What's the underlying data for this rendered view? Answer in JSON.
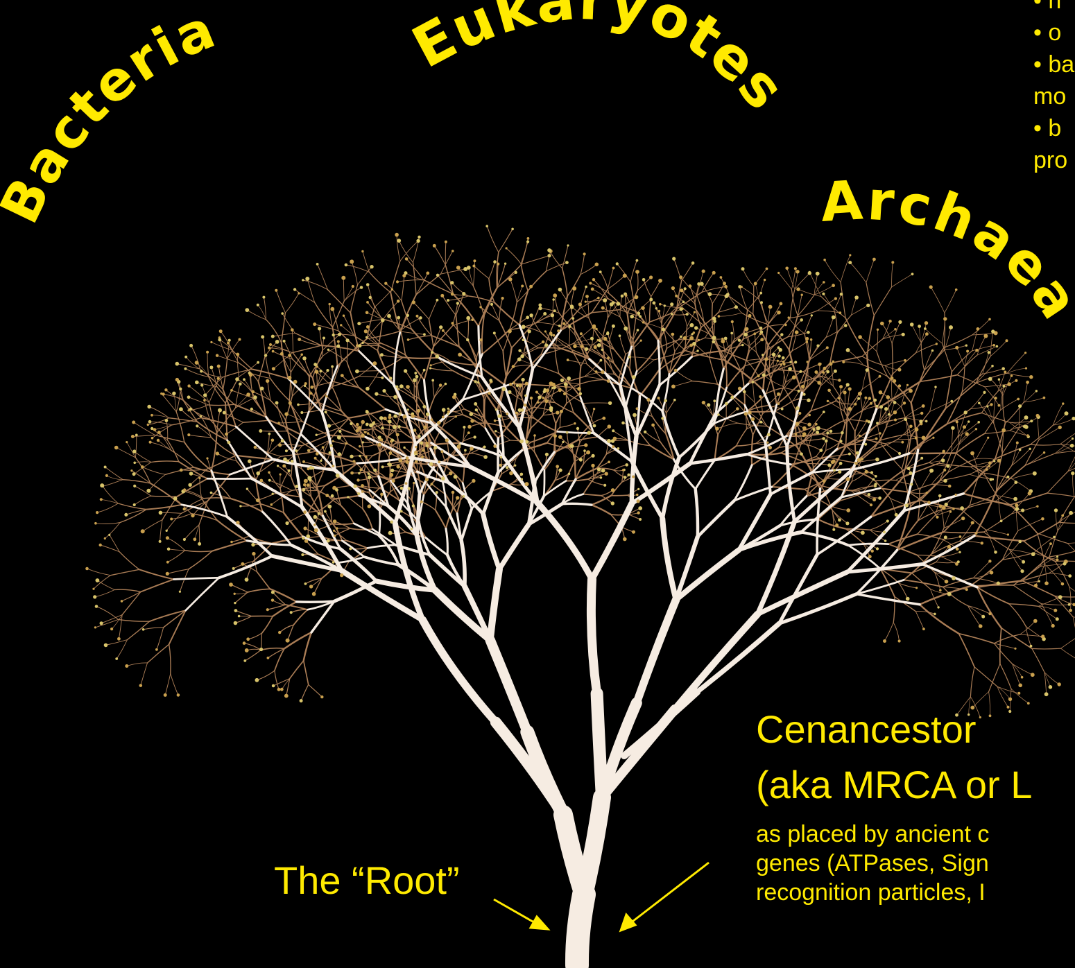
{
  "domains": {
    "bacteria": "Bacteria",
    "eukaryotes": "Eukaryotes",
    "archaea": "Archaea"
  },
  "cenancestor": {
    "title": "Cenancestor",
    "aka": "(aka MRCA or L",
    "description_lines": [
      "as placed by ancient c",
      "genes (ATPases, Sign",
      "recognition particles, I"
    ]
  },
  "root_label": "The “Root”",
  "side_bullets": [
    "• n",
    "• o",
    "• ba",
    "mo",
    "• b",
    "pro"
  ],
  "colors": {
    "label_yellow": "#ffea00",
    "background": "#000000",
    "trunk": "#f6ece2",
    "twigs": "#a97c55"
  }
}
